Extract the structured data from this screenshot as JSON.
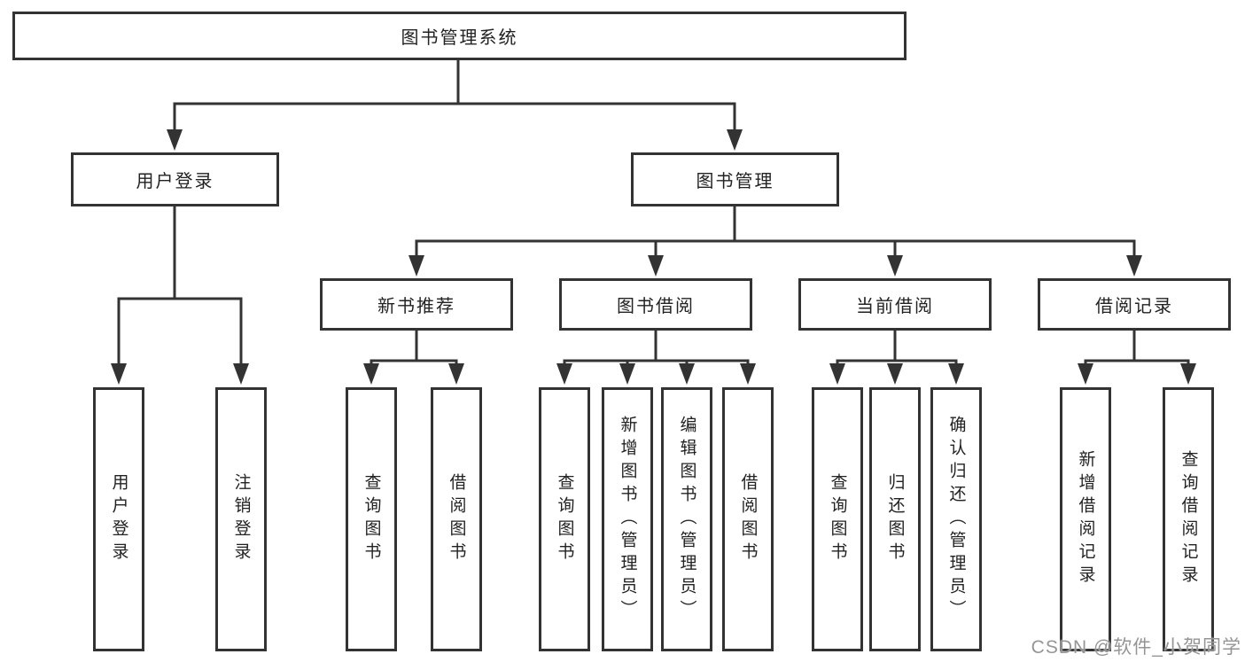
{
  "colors": {
    "line": "#333333",
    "box_border": "#333333",
    "box_fill": "#ffffff",
    "text": "#222222",
    "watermark": "#959595",
    "background": "#ffffff"
  },
  "watermark": "CSDN @软件_小贺同学",
  "tree": {
    "root": {
      "label": "图书管理系统"
    },
    "children": [
      {
        "label": "用户登录",
        "children": [
          {
            "label": "用户登录"
          },
          {
            "label": "注销登录"
          }
        ]
      },
      {
        "label": "图书管理",
        "children": [
          {
            "label": "新书推荐",
            "children": [
              {
                "label": "查询图书"
              },
              {
                "label": "借阅图书"
              }
            ]
          },
          {
            "label": "图书借阅",
            "children": [
              {
                "label": "查询图书"
              },
              {
                "label": "新增图书（管理员）"
              },
              {
                "label": "编辑图书（管理员）"
              },
              {
                "label": "借阅图书"
              }
            ]
          },
          {
            "label": "当前借阅",
            "children": [
              {
                "label": "查询图书"
              },
              {
                "label": "归还图书"
              },
              {
                "label": "确认归还（管理员）"
              }
            ]
          },
          {
            "label": "借阅记录",
            "children": [
              {
                "label": "新增借阅记录"
              },
              {
                "label": "查询借阅记录"
              }
            ]
          }
        ]
      }
    ]
  }
}
